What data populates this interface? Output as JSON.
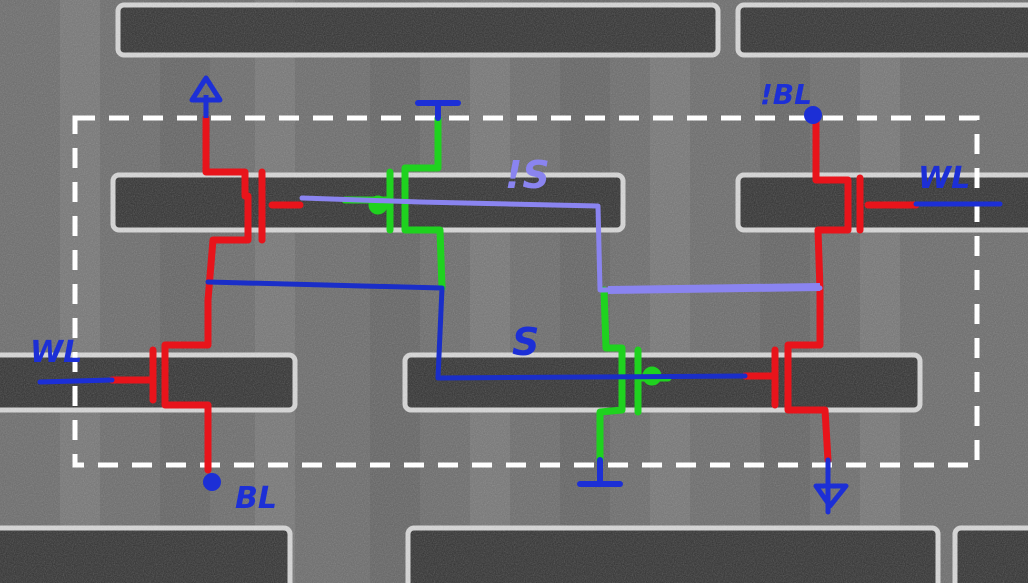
{
  "labels": {
    "bl": "BL",
    "nbl": "!BL",
    "wl_left": "WL",
    "wl_right": "WL",
    "s": "S",
    "ns": "!S"
  },
  "colors": {
    "background": "#6a6a6a",
    "poly_bar": "#2f2f2f",
    "poly_edge": "#d8d8d8",
    "cell_outline": "#ffffff",
    "access_nmos": "#e8141b",
    "pull_pmos": "#1fd21f",
    "node_s": "#1a2ec8",
    "node_ns": "#8a84f0",
    "text": "#1c2fd6"
  },
  "icons": [
    "vdd-arrow-icon",
    "gnd-arrow-icon",
    "vdd-tee-icon",
    "gnd-tee-icon",
    "bl-dot-icon"
  ]
}
